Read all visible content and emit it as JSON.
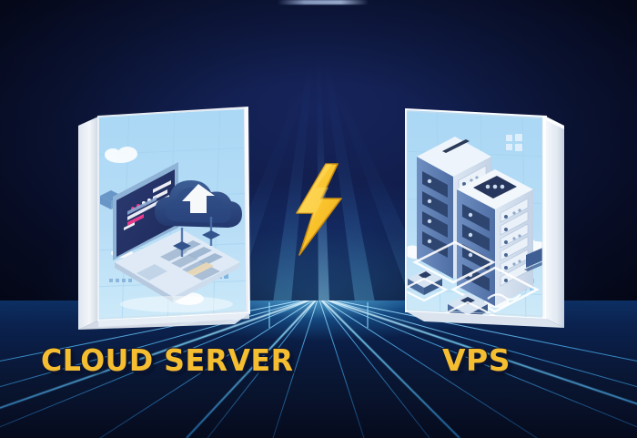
{
  "scene": {
    "title": "Cloud Server vs VPS comparison graphic",
    "background_colors": {
      "sky_dark": "#0a1130",
      "sky_mid": "#101d49",
      "horizon_glow": "#cdeeff",
      "floor_dark": "#060b1c",
      "grid_line": "#1f6fc4",
      "accent_cyan": "#3fd0ff"
    }
  },
  "left_panel": {
    "label": "CLOUD SERVER",
    "label_color": "#f5bd30",
    "art_name": "cloud-laptop-illustration",
    "art_background": "#b4dcf6",
    "art_elements": [
      "isometric-laptop",
      "laptop-screen-dark-navy",
      "code-lines-pink",
      "code-lines-white",
      "cloud-shape-navy",
      "upload-arrow-white",
      "keyboard",
      "small-clouds",
      "grid-floor-light"
    ]
  },
  "right_panel": {
    "label": "VPS",
    "label_color": "#f5bd30",
    "art_name": "server-rack-illustration",
    "art_background": "#b4dcf6",
    "art_elements": [
      "isometric-server-rack-tall",
      "isometric-server-rack-front",
      "blade-units",
      "status-led-dots",
      "small-storage-box",
      "small-clouds",
      "grid-floor-light"
    ]
  },
  "center": {
    "icon": "lightning-bolt-icon",
    "icon_color": "#f5bd30",
    "meaning": "versus"
  }
}
